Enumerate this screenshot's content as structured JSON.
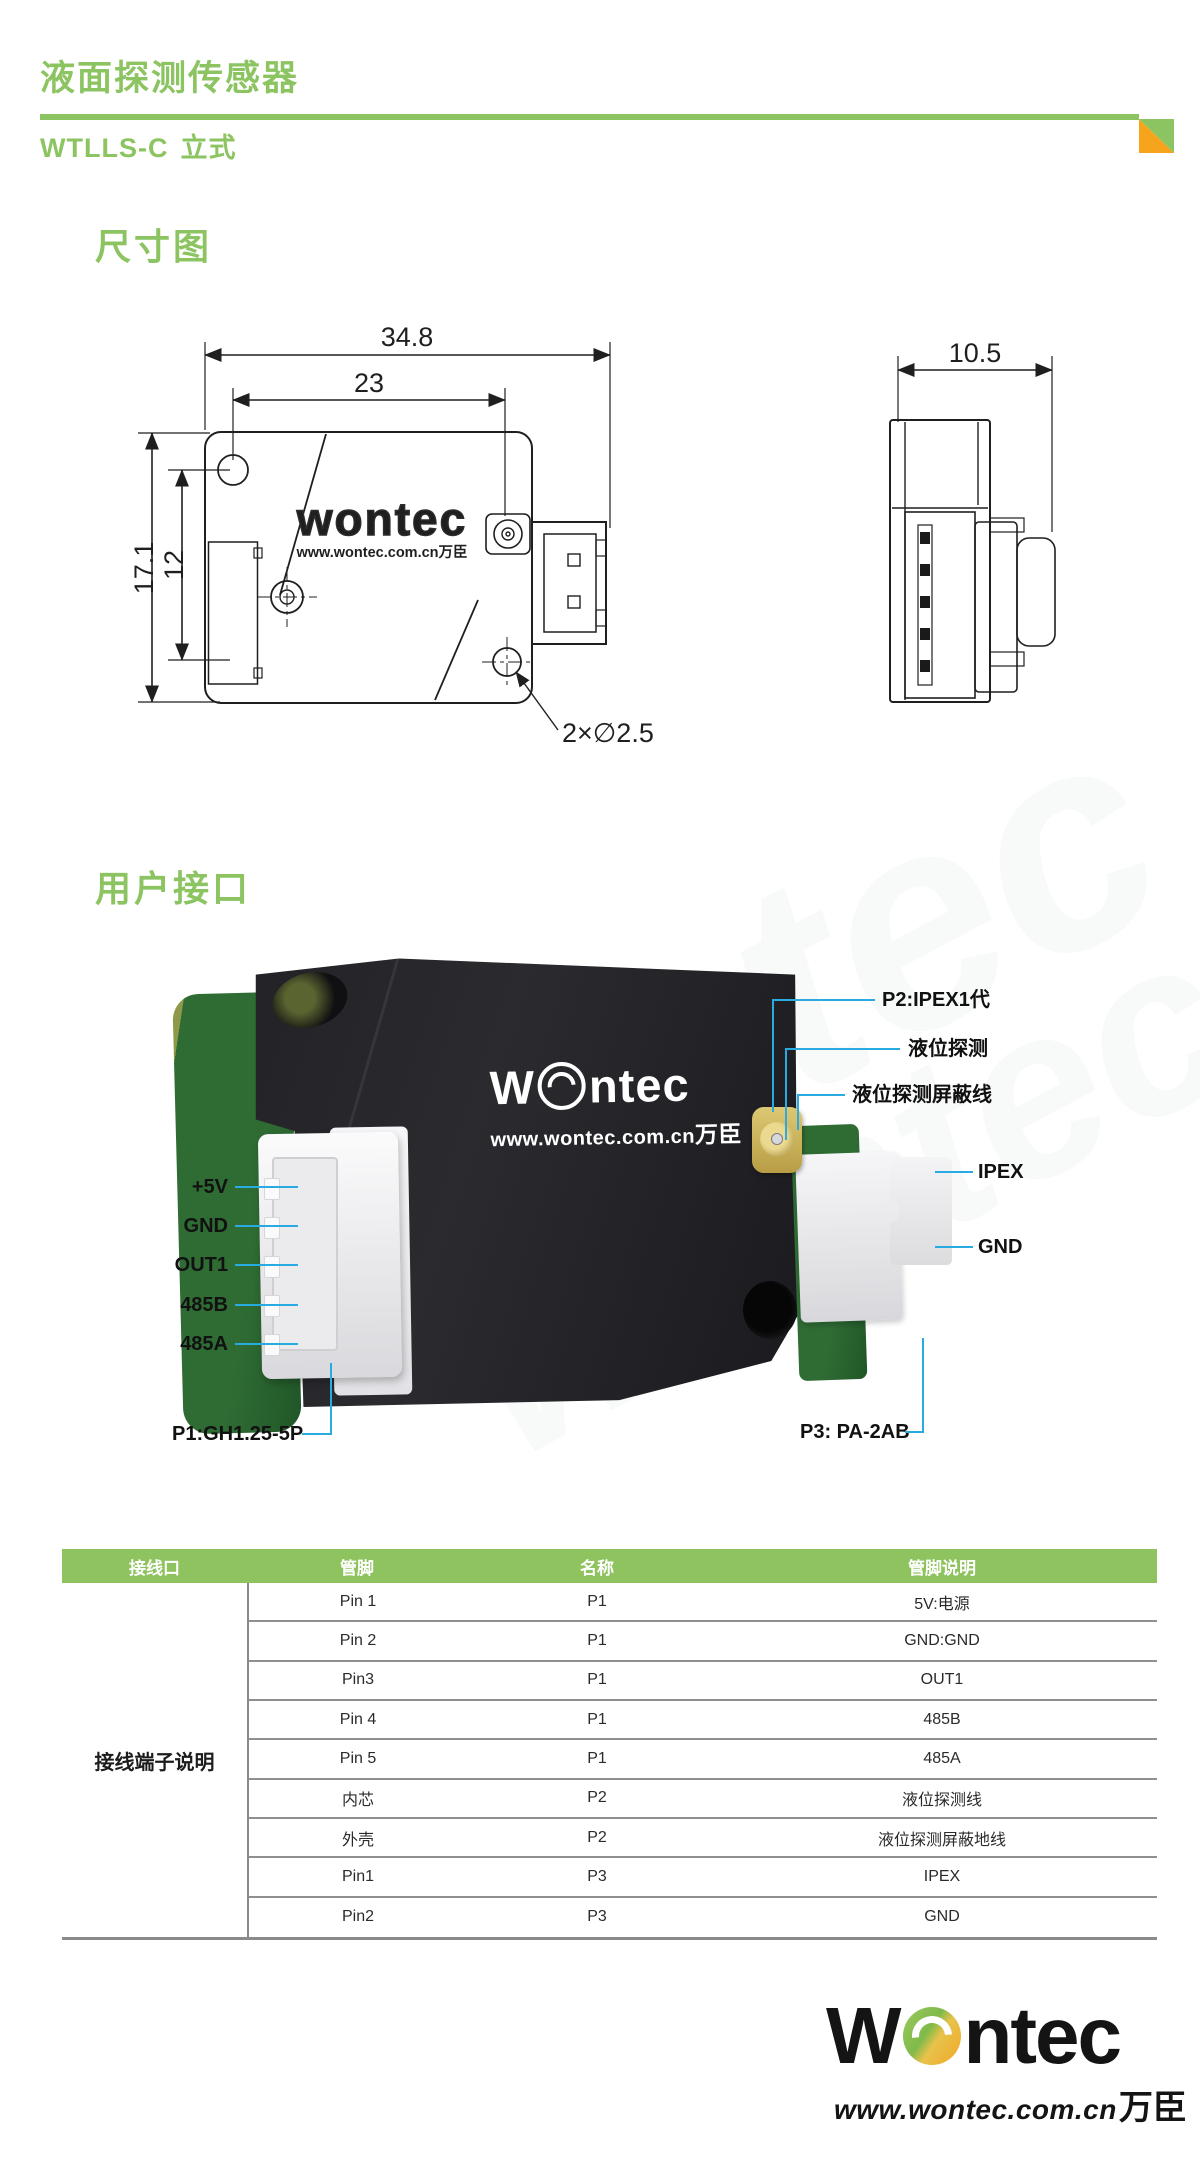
{
  "header": {
    "title": "液面探测传感器",
    "model": "WTLLS-C",
    "type": "立式"
  },
  "colors": {
    "green": "#8CC461",
    "orange": "#F7A41D",
    "blue": "#29ABE2",
    "table_header_green": "#8FC35F"
  },
  "dim_section": {
    "title": "尺寸图",
    "front_view": {
      "overall_width": "34.8",
      "top_width": "23",
      "overall_height": "17.1",
      "inner_height": "12",
      "hole_note": "2×∅2.5"
    },
    "side_view": {
      "width": "10.5"
    },
    "drawing_logo": "wontec",
    "drawing_logo_url": "www.wontec.com.cn万臣"
  },
  "ui_section": {
    "title": "用户接口",
    "watermark": "wontec",
    "body_logo": {
      "left": "W",
      "right": "ntec",
      "url": "www.wontec.com.cn",
      "cn": "万臣"
    },
    "left_labels": [
      "+5V",
      "GND",
      "OUT1",
      "485B",
      "485A"
    ],
    "p1_label": "P1:GH1.25-5P",
    "right_labels": [
      "P2:IPEX1代",
      "液位探测",
      "液位探测屏蔽线",
      "IPEX",
      "GND"
    ],
    "p3_label": "P3: PA-2AB"
  },
  "table": {
    "headers": [
      "接线口",
      "管脚",
      "名称",
      "管脚说明"
    ],
    "group": "接线端子说明",
    "rows": [
      [
        "Pin 1",
        "P1",
        "5V:电源"
      ],
      [
        "Pin 2",
        "P1",
        "GND:GND"
      ],
      [
        "Pin3",
        "P1",
        "OUT1"
      ],
      [
        "Pin 4",
        "P1",
        "485B"
      ],
      [
        "Pin 5",
        "P1",
        "485A"
      ],
      [
        "内芯",
        "P2",
        "液位探测线"
      ],
      [
        "外壳",
        "P2",
        "液位探测屏蔽地线"
      ],
      [
        "Pin1",
        "P3",
        "IPEX"
      ],
      [
        "Pin2",
        "P3",
        "GND"
      ]
    ]
  },
  "footer": {
    "logo_left": "W",
    "logo_right": "ntec",
    "url": "www.wontec.com.cn",
    "cn": "万臣"
  }
}
